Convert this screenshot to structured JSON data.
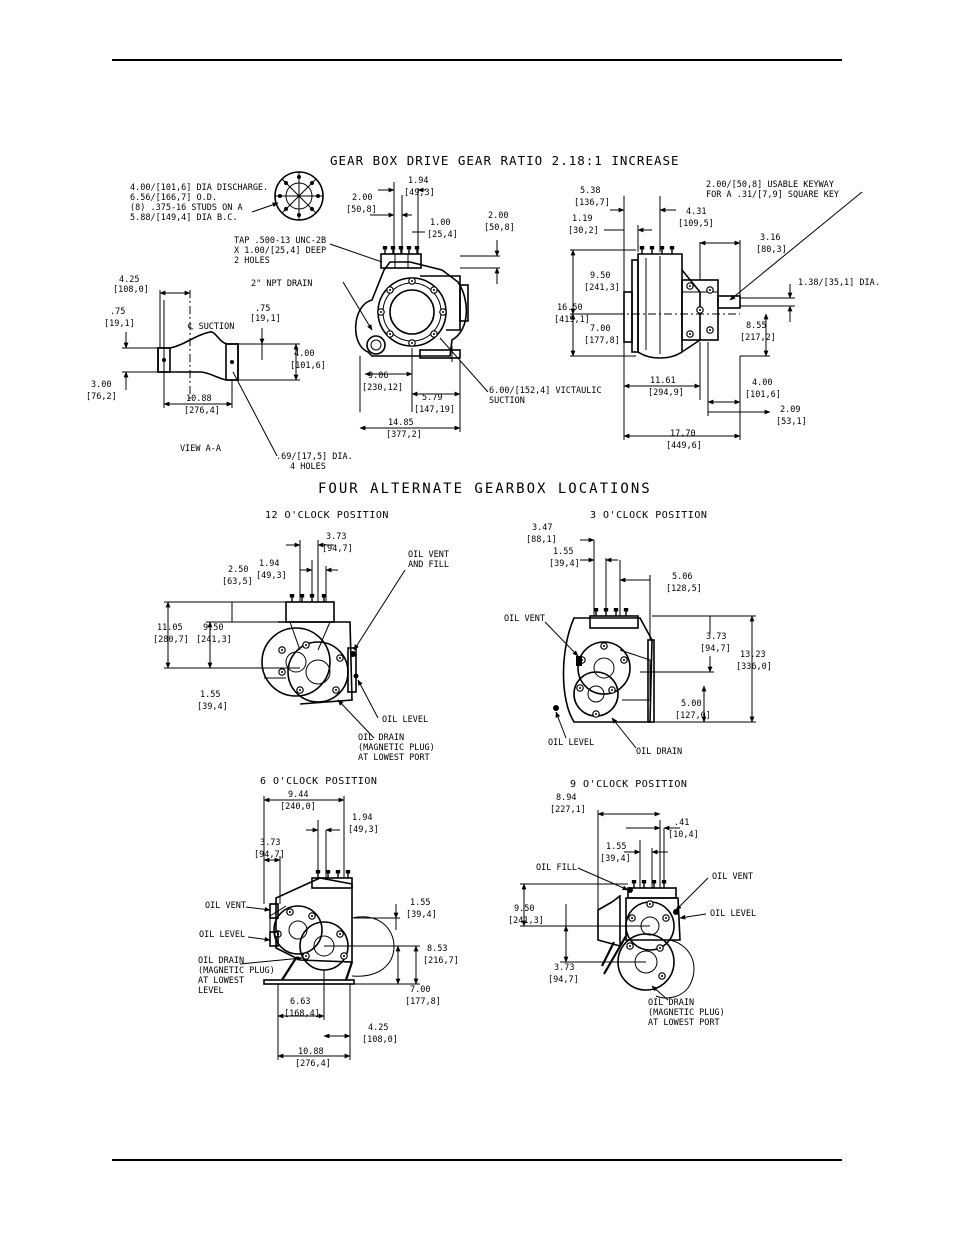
{
  "titles": {
    "main": "GEAR BOX DRIVE GEAR RATIO 2.18:1 INCREASE",
    "alternates": "FOUR ALTERNATE GEARBOX LOCATIONS",
    "view": "VIEW A-A",
    "pos12": "12 O'CLOCK POSITION",
    "pos3": "3 O'CLOCK POSITION",
    "pos6": "6 O'CLOCK POSITION",
    "pos9": "9 O'CLOCK POSITION"
  },
  "notes": {
    "discharge": [
      "4.00/[101,6] DIA DISCHARGE.",
      "6.56/[166,7] O.D.",
      "(8) .375-16 STUDS ON A",
      "5.88/[149,4] DIA B.C."
    ],
    "tap": [
      "TAP .500-13 UNC-2B",
      "X 1.00/[25,4] DEEP",
      "2 HOLES"
    ],
    "npt": "2\" NPT DRAIN",
    "suction_cl": "℄ SUCTION",
    "victaulic": [
      "6.00/[152,4] VICTAULIC",
      "SUCTION"
    ],
    "holes": [
      ".69/[17,5] DIA.",
      "4 HOLES"
    ],
    "keyway": [
      "2.00/[50,8] USABLE KEYWAY",
      "FOR A .31/[7,9] SQUARE KEY"
    ],
    "shaft": "1.38/[35,1] DIA.",
    "vent_fill": [
      "OIL VENT",
      "AND FILL"
    ],
    "oil_level": "OIL LEVEL",
    "oil_vent": "OIL VENT",
    "oil_fill": "OIL FILL",
    "oil_drain": "OIL DRAIN",
    "drain_lowest_port": [
      "OIL DRAIN",
      "(MAGNETIC PLUG)",
      "AT LOWEST PORT"
    ],
    "drain_lowest_level": [
      "OIL DRAIN",
      "(MAGNETIC PLUG)",
      "AT LOWEST",
      "LEVEL"
    ]
  },
  "dims": {
    "d1": [
      "4.25",
      "[108,0]"
    ],
    "d2": [
      ".75",
      "[19,1]"
    ],
    "d3": [
      ".75",
      "[19,1]"
    ],
    "d4": [
      "4.00",
      "[101,6]"
    ],
    "d5": [
      "3.00",
      "[76,2]"
    ],
    "d6": [
      "10.88",
      "[276,4]"
    ],
    "d7": [
      "1.94",
      "[49,3]"
    ],
    "d8": [
      "2.00",
      "[50,8]"
    ],
    "d9": [
      "1.00",
      "[25,4]"
    ],
    "d10": [
      "2.00",
      "[50,8]"
    ],
    "d11": [
      "9.06",
      "[230,12]"
    ],
    "d12": [
      "5.79",
      "[147,19]"
    ],
    "d13": [
      "14.85",
      "[377,2]"
    ],
    "d14": [
      "5.38",
      "[136,7]"
    ],
    "d15": [
      "1.19",
      "[30,2]"
    ],
    "d16": [
      "4.31",
      "[109,5]"
    ],
    "d17": [
      "3.16",
      "[80,3]"
    ],
    "d18": [
      "9.50",
      "[241,3]"
    ],
    "d19": [
      "16.50",
      "[419,1]"
    ],
    "d20": [
      "7.00",
      "[177,8]"
    ],
    "d21": [
      "8.55",
      "[217,2]"
    ],
    "d22": [
      "11.61",
      "[294,9]"
    ],
    "d23": [
      "4.00",
      "[101,6]"
    ],
    "d24": [
      "2.09",
      "[53,1]"
    ],
    "d25": [
      "17.70",
      "[449,6]"
    ],
    "d26": [
      "3.73",
      "[94,7]"
    ],
    "d27": [
      "1.94",
      "[49,3]"
    ],
    "d28": [
      "2.50",
      "[63,5]"
    ],
    "d29": [
      "11.05",
      "[280,7]"
    ],
    "d30": [
      "9.50",
      "[241,3]"
    ],
    "d31": [
      "1.55",
      "[39,4]"
    ],
    "d32": [
      "3.47",
      "[88,1]"
    ],
    "d33": [
      "1.55",
      "[39,4]"
    ],
    "d34": [
      "5.06",
      "[128,5]"
    ],
    "d35": [
      "3.73",
      "[94,7]"
    ],
    "d36": [
      "13.23",
      "[336,0]"
    ],
    "d37": [
      "5.00",
      "[127,0]"
    ],
    "d38": [
      "9.44",
      "[240,0]"
    ],
    "d39": [
      "1.94",
      "[49,3]"
    ],
    "d40": [
      "3.73",
      "[94,7]"
    ],
    "d41": [
      "1.55",
      "[39,4]"
    ],
    "d42": [
      "8.53",
      "[216,7]"
    ],
    "d43": [
      "7.00",
      "[177,8]"
    ],
    "d44": [
      "6.63",
      "[168,4]"
    ],
    "d45": [
      "4.25",
      "[108,0]"
    ],
    "d46": [
      "10.88",
      "[276,4]"
    ],
    "d47": [
      "8.94",
      "[227,1]"
    ],
    "d48": [
      ".41",
      "[10,4]"
    ],
    "d49": [
      "1.55",
      "[39,4]"
    ],
    "d50": [
      "9.50",
      "[241,3]"
    ],
    "d51": [
      "3.73",
      "[94,7]"
    ]
  }
}
